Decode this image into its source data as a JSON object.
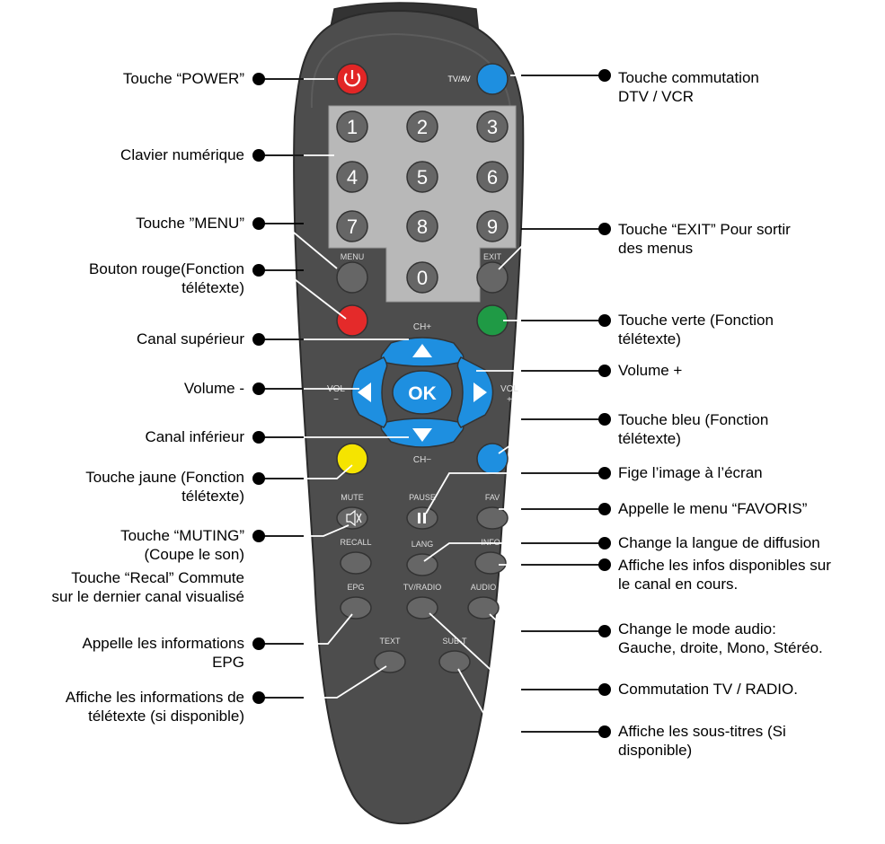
{
  "remote": {
    "colors": {
      "body": "#4d4d4d",
      "body_outline": "#2b2b2b",
      "keypad_panel": "#b8b8b8",
      "key": "#666666",
      "power": "#e22626",
      "blue": "#1e8fe0",
      "red": "#e42a2a",
      "green": "#1f9a45",
      "yellow": "#f5e400",
      "leader": "#ffffff"
    },
    "buttons": {
      "digits": [
        "1",
        "2",
        "3",
        "4",
        "5",
        "6",
        "7",
        "8",
        "9",
        "0"
      ],
      "tvav": "TV/AV",
      "menu": "MENU",
      "exit": "EXIT",
      "ch_plus": "CH+",
      "ch_minus": "CH−",
      "vol_minus": "VOL\n−",
      "vol_plus": "VOL\n+",
      "ok": "OK",
      "mute": "MUTE",
      "pause": "PAUSE",
      "fav": "FAV",
      "recall": "RECALL",
      "lang": "LANG",
      "info": "INFO",
      "epg": "EPG",
      "tvradio": "TV/RADIO",
      "audio": "AUDIO",
      "text": "TEXT",
      "subt": "SUB-T"
    }
  },
  "labels": {
    "power": "Touche “POWER”",
    "keypad": "Clavier numérique",
    "menu": "Touche ”MENU”",
    "red": [
      "Bouton rouge(Fonction",
      "télétexte)"
    ],
    "ch_up": "Canal supérieur",
    "vol_down": "Volume -",
    "ch_down": "Canal inférieur",
    "yellow": [
      "Touche jaune (Fonction",
      "télétexte)"
    ],
    "muting": [
      "Touche “MUTING”",
      "(Coupe le son)"
    ],
    "recall": [
      "Touche “Recal” Commute",
      "sur le dernier canal visualisé"
    ],
    "epg": [
      "Appelle les informations",
      "EPG"
    ],
    "text": [
      "Affiche les informations de",
      "télétexte (si disponible)"
    ],
    "tvav": [
      "Touche commutation",
      "DTV / VCR"
    ],
    "exit": [
      "Touche “EXIT” Pour sortir",
      "des menus"
    ],
    "green": [
      "Touche verte (Fonction",
      "télétexte)"
    ],
    "vol_up": "Volume +",
    "blue": [
      "Touche bleu (Fonction",
      "télétexte)"
    ],
    "pause": "Fige l’image à l’écran",
    "fav": "Appelle le menu “FAVORIS”",
    "lang": "Change la langue de diffusion",
    "info": [
      "Affiche les infos disponibles sur",
      "le canal en cours."
    ],
    "audio": [
      "Change le mode audio:",
      "Gauche, droite, Mono, Stéréo."
    ],
    "tvradio": "Commutation TV / RADIO.",
    "subt": [
      "Affiche les sous-titres (Si",
      "disponible)"
    ]
  }
}
